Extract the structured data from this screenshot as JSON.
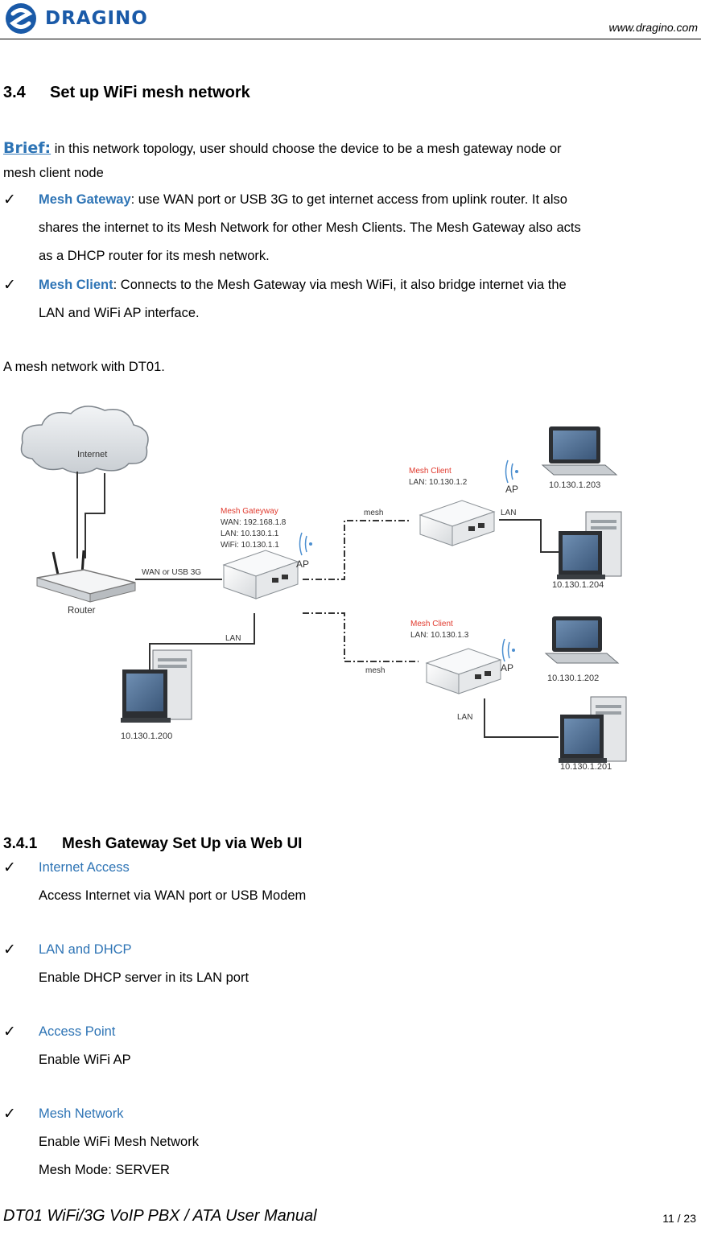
{
  "header": {
    "brand": "DRAGINO",
    "url": "www.dragino.com"
  },
  "section": {
    "number": "3.4",
    "title": "Set up WiFi mesh network"
  },
  "brief": {
    "label": "Brief:",
    "line1": "in this network topology, user should choose the device to be a mesh gateway node or",
    "line2": "mesh client node"
  },
  "bullets": [
    {
      "label": "Mesh Gateway",
      "line1": ": use WAN port or USB 3G to get internet access from uplink router. It also",
      "line2": "shares the internet to its Mesh Network for other Mesh Clients. The Mesh Gateway also acts",
      "line3": "as a DHCP router for its mesh network."
    },
    {
      "label": "Mesh Client",
      "line1": ": Connects to the Mesh Gateway via mesh WiFi, it also bridge internet via the",
      "line2": "LAN and WiFi AP interface."
    }
  ],
  "caption": "A mesh network with DT01.",
  "diagram": {
    "internet": "Internet",
    "router": "Router",
    "wan_usb": "WAN or USB 3G",
    "lan": "LAN",
    "mesh": "mesh",
    "ap": "AP",
    "gateway": {
      "title": "Mesh Gateyway",
      "wan": "WAN: 192.168.1.8",
      "lan": "LAN: 10.130.1.1",
      "wifi": "WiFi: 10.130.1.1"
    },
    "client1": {
      "title": "Mesh Client",
      "lan": "LAN: 10.130.1.2"
    },
    "client2": {
      "title": "Mesh Client",
      "lan": "LAN: 10.130.1.3"
    },
    "ip200": "10.130.1.200",
    "ip201": "10.130.1.201",
    "ip202": "10.130.1.202",
    "ip203": "10.130.1.203",
    "ip204": "10.130.1.204"
  },
  "subsection": {
    "number": "3.4.1",
    "title": "Mesh Gateway Set Up via Web UI"
  },
  "steps": [
    {
      "title": "Internet Access",
      "lines": [
        "Access Internet via WAN port or USB Modem"
      ]
    },
    {
      "title": "LAN and DHCP",
      "lines": [
        "Enable DHCP server in its LAN port"
      ]
    },
    {
      "title": "Access Point",
      "lines": [
        "Enable WiFi AP"
      ]
    },
    {
      "title": "Mesh Network",
      "lines": [
        "Enable WiFi Mesh Network",
        "Mesh Mode: SERVER"
      ]
    }
  ],
  "footer": {
    "title": "DT01 WiFi/3G VoIP PBX / ATA User Manual",
    "page": "11 / 23"
  }
}
